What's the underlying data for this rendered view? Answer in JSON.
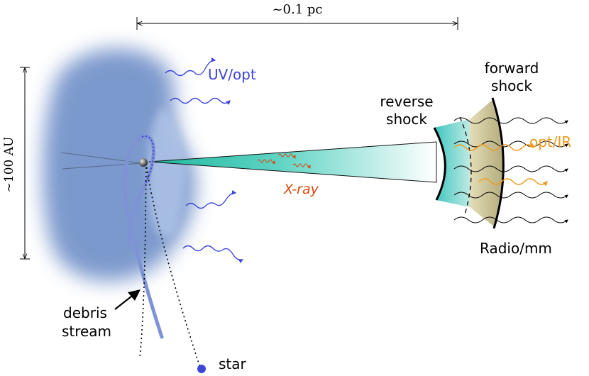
{
  "scale": {
    "distance": "~0.1 pc",
    "size": "~100 AU"
  },
  "labels": {
    "uv_opt": "UV/opt",
    "x_ray": "X-ray",
    "reverse_shock_line1": "reverse",
    "reverse_shock_line2": "shock",
    "forward_shock_line1": "forward",
    "forward_shock_line2": "shock",
    "opt_ir": "opt/IR",
    "radio_mm": "Radio/mm",
    "debris_stream_line1": "debris",
    "debris_stream_line2": "stream",
    "star": "star"
  },
  "colors": {
    "uv_opt": "#3b45d6",
    "x_ray": "#d24a12",
    "opt_ir": "#f09a1a",
    "cloud": "#6f8fc9",
    "jet": "#2fc6b4",
    "shocked_material": "#b5b07a"
  }
}
